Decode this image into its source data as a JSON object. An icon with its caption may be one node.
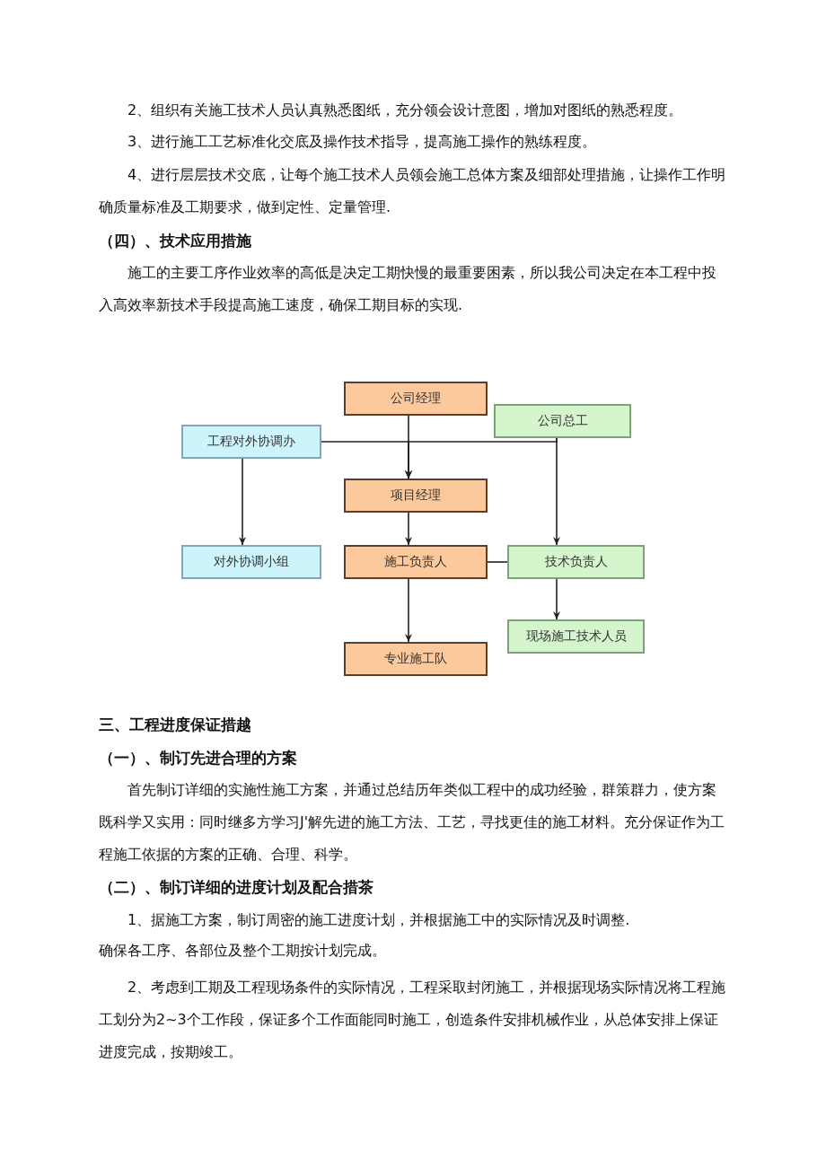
{
  "diagram": {
    "nodes": [
      {
        "text": [
          "公司经理"
        ]
      },
      {
        "text": [
          "公司总工"
        ]
      },
      {
        "text": [
          "工程对外协调办"
        ]
      },
      {
        "text": [
          "项目经理"
        ]
      },
      {
        "text": [
          "对外协调小组"
        ]
      },
      {
        "text": [
          "施工负责人"
        ]
      },
      {
        "text": [
          "技术负责人"
        ]
      },
      {
        "text": [
          "现场施工技术人员"
        ]
      },
      {
        "text": [
          "专业施工队"
        ]
      }
    ],
    "edges": [
      {
        "from": 0,
        "to": 3,
        "arrow": "to"
      },
      {
        "from": 2,
        "to": 3,
        "arrow": "to"
      },
      {
        "from": 1,
        "to": 3,
        "arrow": "to"
      },
      {
        "from": 1,
        "to": 6,
        "arrow": "to"
      },
      {
        "from": 2,
        "to": 4,
        "arrow": "to"
      },
      {
        "from": 3,
        "to": 5,
        "arrow": "to"
      },
      {
        "from": 5,
        "to": 8,
        "arrow": "to"
      },
      {
        "from": 5,
        "to": 6,
        "arrow": "none"
      },
      {
        "from": 6,
        "to": 7,
        "arrow": "to"
      }
    ],
    "labels": [
      "2、组织有关施工技术人员认真熟悉图纸，充分领会设计意图，增加对图纸的熟悉程度。",
      "3、进行施工工艺标准化交底及操作技术指导，提高施工操作的熟练程度。",
      "4、进行层层技术交底，让每个施工技术人员领会施工总体方案及细部处理措施，让操作工作明确质量标准及工期要求，做到定性、定量管理.",
      "（四）、技术应用措施",
      "施工的主要工序作业效率的高低是决定工期快慢的最重要困素，所以我公司决定在本工程中投入高效率新技术手段提高施工速度，确保工期目标的实现.",
      "三、工程进度保证措越",
      "（一）、制订先进合理的方案",
      "首先制订详细的实施性施工方案，并通过总结历年类似工程中的成功经验，群策群力，使方案既科学又实用：同时继多方学习J'解先进的施工方法、工艺，寻找更佳的施工材料。充分保证作为工程施工依据的方案的正确、合理、科学。",
      "（二）、制订详细的进度计划及配合措茶",
      "1、据施工方案，制订周密的施工进度计划，并根据施工中的实际情况及时调整.",
      "确保各工序、各部位及整个工期按计划完成。",
      "2、考虑到工期及工程现场条件的实际情况，工程采取封闭施工，并根据现场实际情况将工程施工划分为2~3个工作段，保证多个工作面能同时施工，创造条件安排机械作业，从总体安排上保证进度完成，按期竣工。"
    ]
  }
}
